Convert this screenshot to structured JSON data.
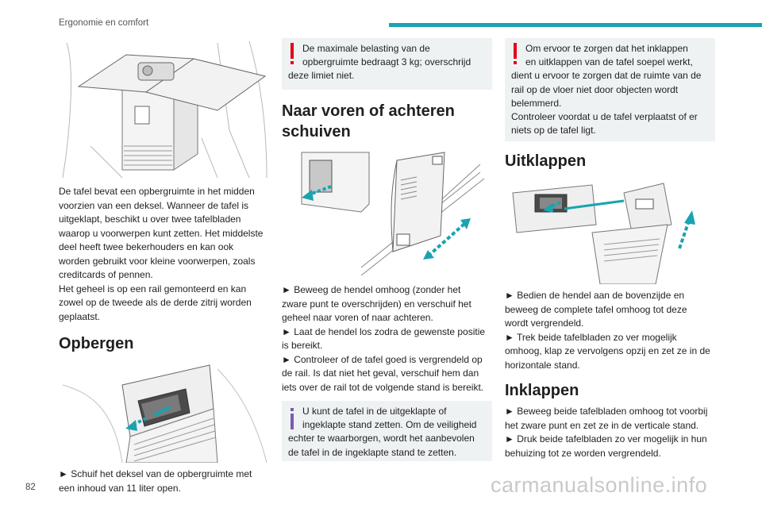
{
  "header": {
    "section_title": "Ergonomie en comfort"
  },
  "page_number": "82",
  "watermark": "carmanualsonline.info",
  "col1": {
    "intro": [
      "De tafel bevat een opbergruimte in het midden",
      "voorzien van een deksel. Wanneer de tafel is",
      "uitgeklapt, beschikt u over twee tafelbladen",
      "waarop u voorwerpen kunt zetten. Het middelste",
      "deel heeft twee bekerhouders en kan ook",
      "worden gebruikt voor kleine voorwerpen, zoals",
      "creditcards of pennen.",
      "Het geheel is op een rail gemonteerd en kan",
      "zowel op de tweede als de derde zitrij worden",
      "geplaatst."
    ],
    "heading_storage": "Opbergen",
    "storage_step": [
      "► Schuif het deksel van de opbergruimte met",
      "een inhoud van 11 liter open."
    ]
  },
  "col2": {
    "warning": [
      "De maximale belasting van de",
      "opbergruimte bedraagt 3 kg; overschrijd",
      "deze limiet niet."
    ],
    "heading_slide": "Naar voren of achteren schuiven",
    "heading_slide_lines": [
      "Naar voren of achteren",
      "schuiven"
    ],
    "steps": [
      "► Beweeg de hendel omhoog (zonder het",
      "zware punt te overschrijden) en verschuif het",
      "geheel naar voren of naar achteren.",
      "► Laat de hendel los zodra de gewenste positie",
      "is bereikt.",
      "► Controleer of de tafel goed is vergrendeld op",
      "de rail. Is dat niet het geval, verschuif hem dan",
      "iets over de rail tot de volgende stand is bereikt."
    ],
    "info": [
      "U kunt de tafel in de uitgeklapte of",
      "ingeklapte stand zetten. Om de veiligheid",
      "echter te waarborgen, wordt het aanbevolen",
      "de tafel in de ingeklapte stand te zetten."
    ]
  },
  "col3": {
    "warning": [
      "Om ervoor te zorgen dat het inklappen",
      "en uitklappen van de tafel soepel werkt,",
      "dient u ervoor te zorgen dat de ruimte van de",
      "rail op de vloer niet door objecten wordt",
      "belemmerd.",
      "Controleer voordat u de tafel verplaatst of er",
      "niets op de tafel ligt."
    ],
    "heading_unfold": "Uitklappen",
    "unfold_steps": [
      "► Bedien de hendel aan de bovenzijde en",
      "beweeg de complete tafel omhoog tot deze",
      "wordt vergrendeld.",
      "► Trek beide tafelbladen zo ver mogelijk",
      "omhoog, klap ze vervolgens opzij en zet ze in de",
      "horizontale stand."
    ],
    "heading_fold": "Inklappen",
    "fold_steps": [
      "► Beweeg beide tafelbladen omhoog tot voorbij",
      "het zware punt en zet ze in de verticale stand.",
      "► Druk beide tafelbladen zo ver mogelijk in hun",
      "behuizing tot ze worden vergrendeld."
    ]
  },
  "colors": {
    "accent": "#1aa3b0",
    "warning": "#e3001b",
    "info": "#7a5bb3",
    "box_bg": "#eef2f3"
  }
}
